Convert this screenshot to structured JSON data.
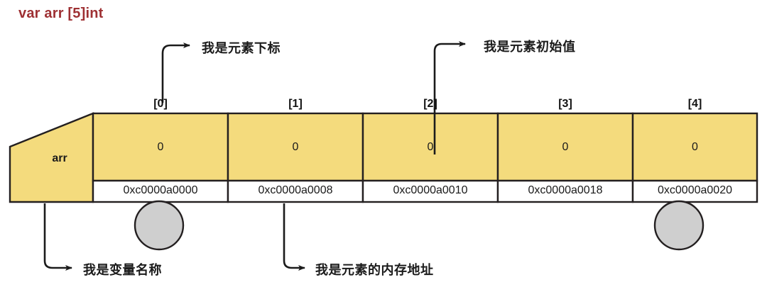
{
  "title": "var arr [5]int",
  "variable": {
    "name": "arr",
    "banner_label": "arr"
  },
  "callouts": [
    {
      "id": "index-callout",
      "text": "我是元素下标"
    },
    {
      "id": "value-callout",
      "text": "我是元素初始值"
    },
    {
      "id": "varname-callout",
      "text": "我是变量名称"
    },
    {
      "id": "address-callout",
      "text": "我是元素的内存地址"
    }
  ],
  "array": {
    "length": 5,
    "indexes": [
      "[0]",
      "[1]",
      "[2]",
      "[3]",
      "[4]"
    ],
    "values": [
      "0",
      "0",
      "0",
      "0",
      "0"
    ],
    "addresses": [
      "0xc0000a0000",
      "0xc0000a0008",
      "0xc0000a0010",
      "0xc0000a0018",
      "0xc0000a0020"
    ]
  },
  "markers": {
    "count": 2,
    "label": "handle-dot"
  },
  "colors": {
    "title": "#9E3033",
    "cell_fill": "#F4DB7D",
    "cell_stroke": "#231f20",
    "address_fill": "#FFFFFF",
    "marker_fill": "#CFCFCF",
    "marker_stroke": "#231f20",
    "arrow": "#1b1b1b",
    "text": "#1a1a1a"
  }
}
